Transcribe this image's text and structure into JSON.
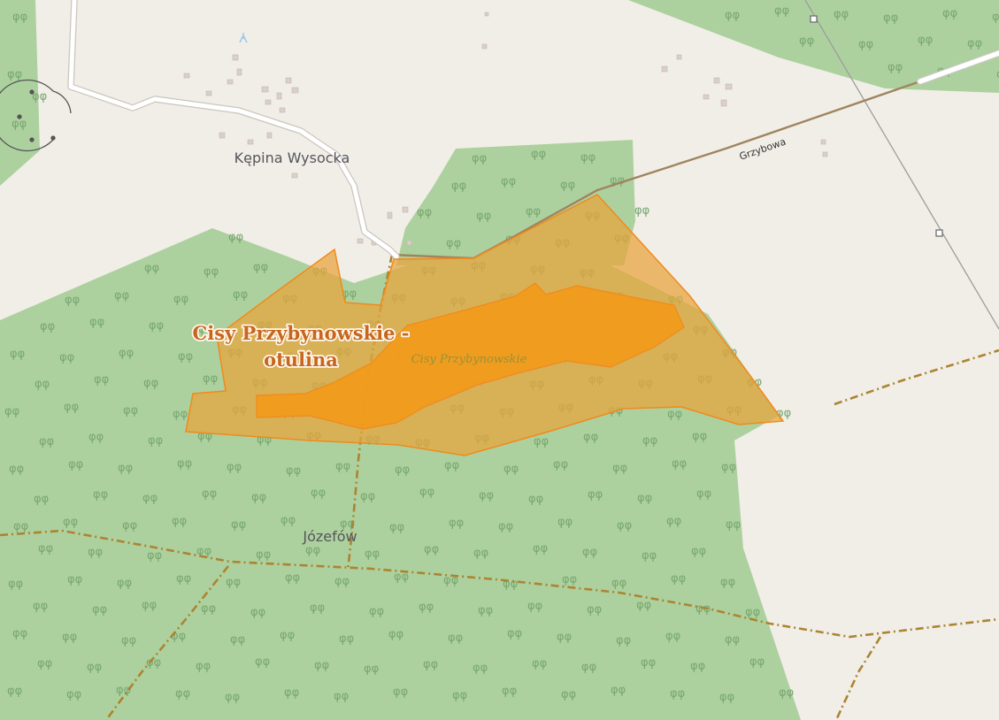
{
  "colors": {
    "land": "#f1eee8",
    "forest": "#add19e",
    "reserve_fill": "#e9a33a",
    "reserve_stroke": "#f08a1c",
    "core_fill": "#f39a1a",
    "road": "#ffffff",
    "road_casing": "#c9c6bf",
    "track": "#ac8432",
    "highway": "#9f855f",
    "powerline": "#9d9d9d",
    "building": "#d9d0c9",
    "water": "#9ec9e8"
  },
  "labels": {
    "village_1": "Kępina Wysocka",
    "village_2": "Józefów",
    "street": "Grzybowa",
    "reserve_buffer_line1": "Cisy Przybynowskie -",
    "reserve_buffer_line2": "otulina",
    "reserve_core": "Cisy Przybynowskie"
  },
  "icons": {
    "forest_symbol": "tree-pair-icon",
    "pylon": "pylon-icon",
    "water_tap": "water-tap-icon"
  }
}
